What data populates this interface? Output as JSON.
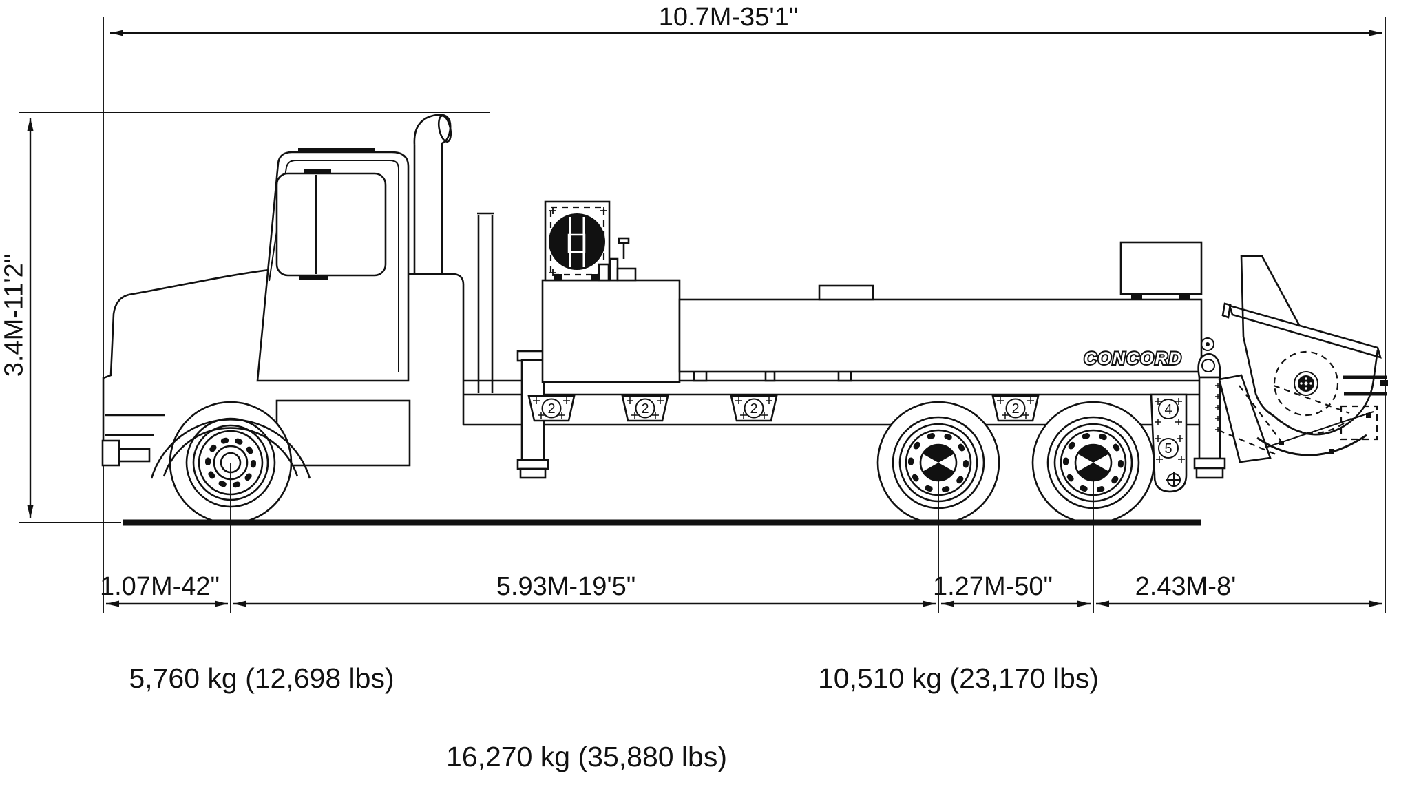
{
  "figure_type": "truck-mounted-concrete-pump-dimension-drawing",
  "dimensions": {
    "overall_length": "10.7M-35'1\"",
    "overall_height": "3.4M-11'2\"",
    "front_overhang": "1.07M-42\"",
    "wheelbase": "5.93M-19'5\"",
    "tandem_axle_spacing": "1.27M-50\"",
    "rear_overhang": "2.43M-8'"
  },
  "weights": {
    "front_axle": "5,760 kg (12,698 lbs)",
    "rear_axles": "10,510 kg (23,170 lbs)",
    "gross": "16,270 kg (35,880 lbs)"
  },
  "branding": {
    "logo": "CONCORD"
  },
  "callouts": {
    "outrigger_pad": "2",
    "rear_jack_upper": "4",
    "rear_jack_lower": "5"
  },
  "colors": {
    "line": "#111111",
    "background": "#ffffff"
  }
}
